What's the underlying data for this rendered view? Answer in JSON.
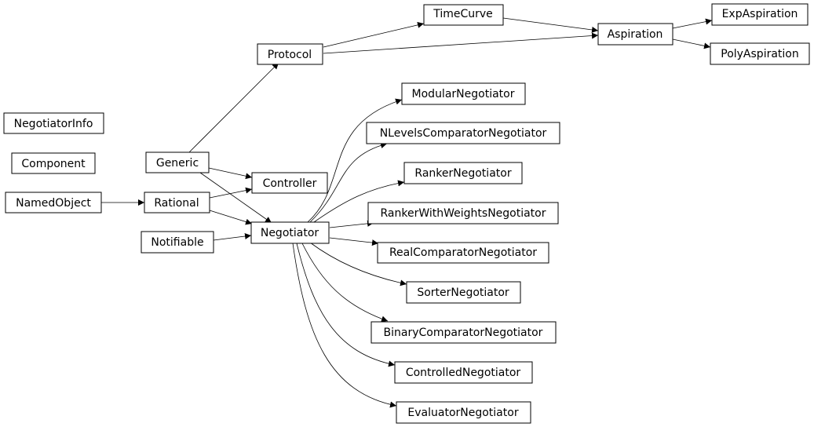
{
  "nodes": {
    "negotiator_info": "NegotiatorInfo",
    "component": "Component",
    "named_object": "NamedObject",
    "generic": "Generic",
    "rational": "Rational",
    "notifiable": "Notifiable",
    "protocol": "Protocol",
    "controller": "Controller",
    "negotiator": "Negotiator",
    "time_curve": "TimeCurve",
    "aspiration": "Aspiration",
    "exp_aspiration": "ExpAspiration",
    "poly_aspiration": "PolyAspiration",
    "modular_negotiator": "ModularNegotiator",
    "nlevels_comparator_negotiator": "NLevelsComparatorNegotiator",
    "ranker_negotiator": "RankerNegotiator",
    "ranker_with_weights_negotiator": "RankerWithWeightsNegotiator",
    "real_comparator_negotiator": "RealComparatorNegotiator",
    "sorter_negotiator": "SorterNegotiator",
    "binary_comparator_negotiator": "BinaryComparatorNegotiator",
    "controlled_negotiator": "ControlledNegotiator",
    "evaluator_negotiator": "EvaluatorNegotiator"
  }
}
